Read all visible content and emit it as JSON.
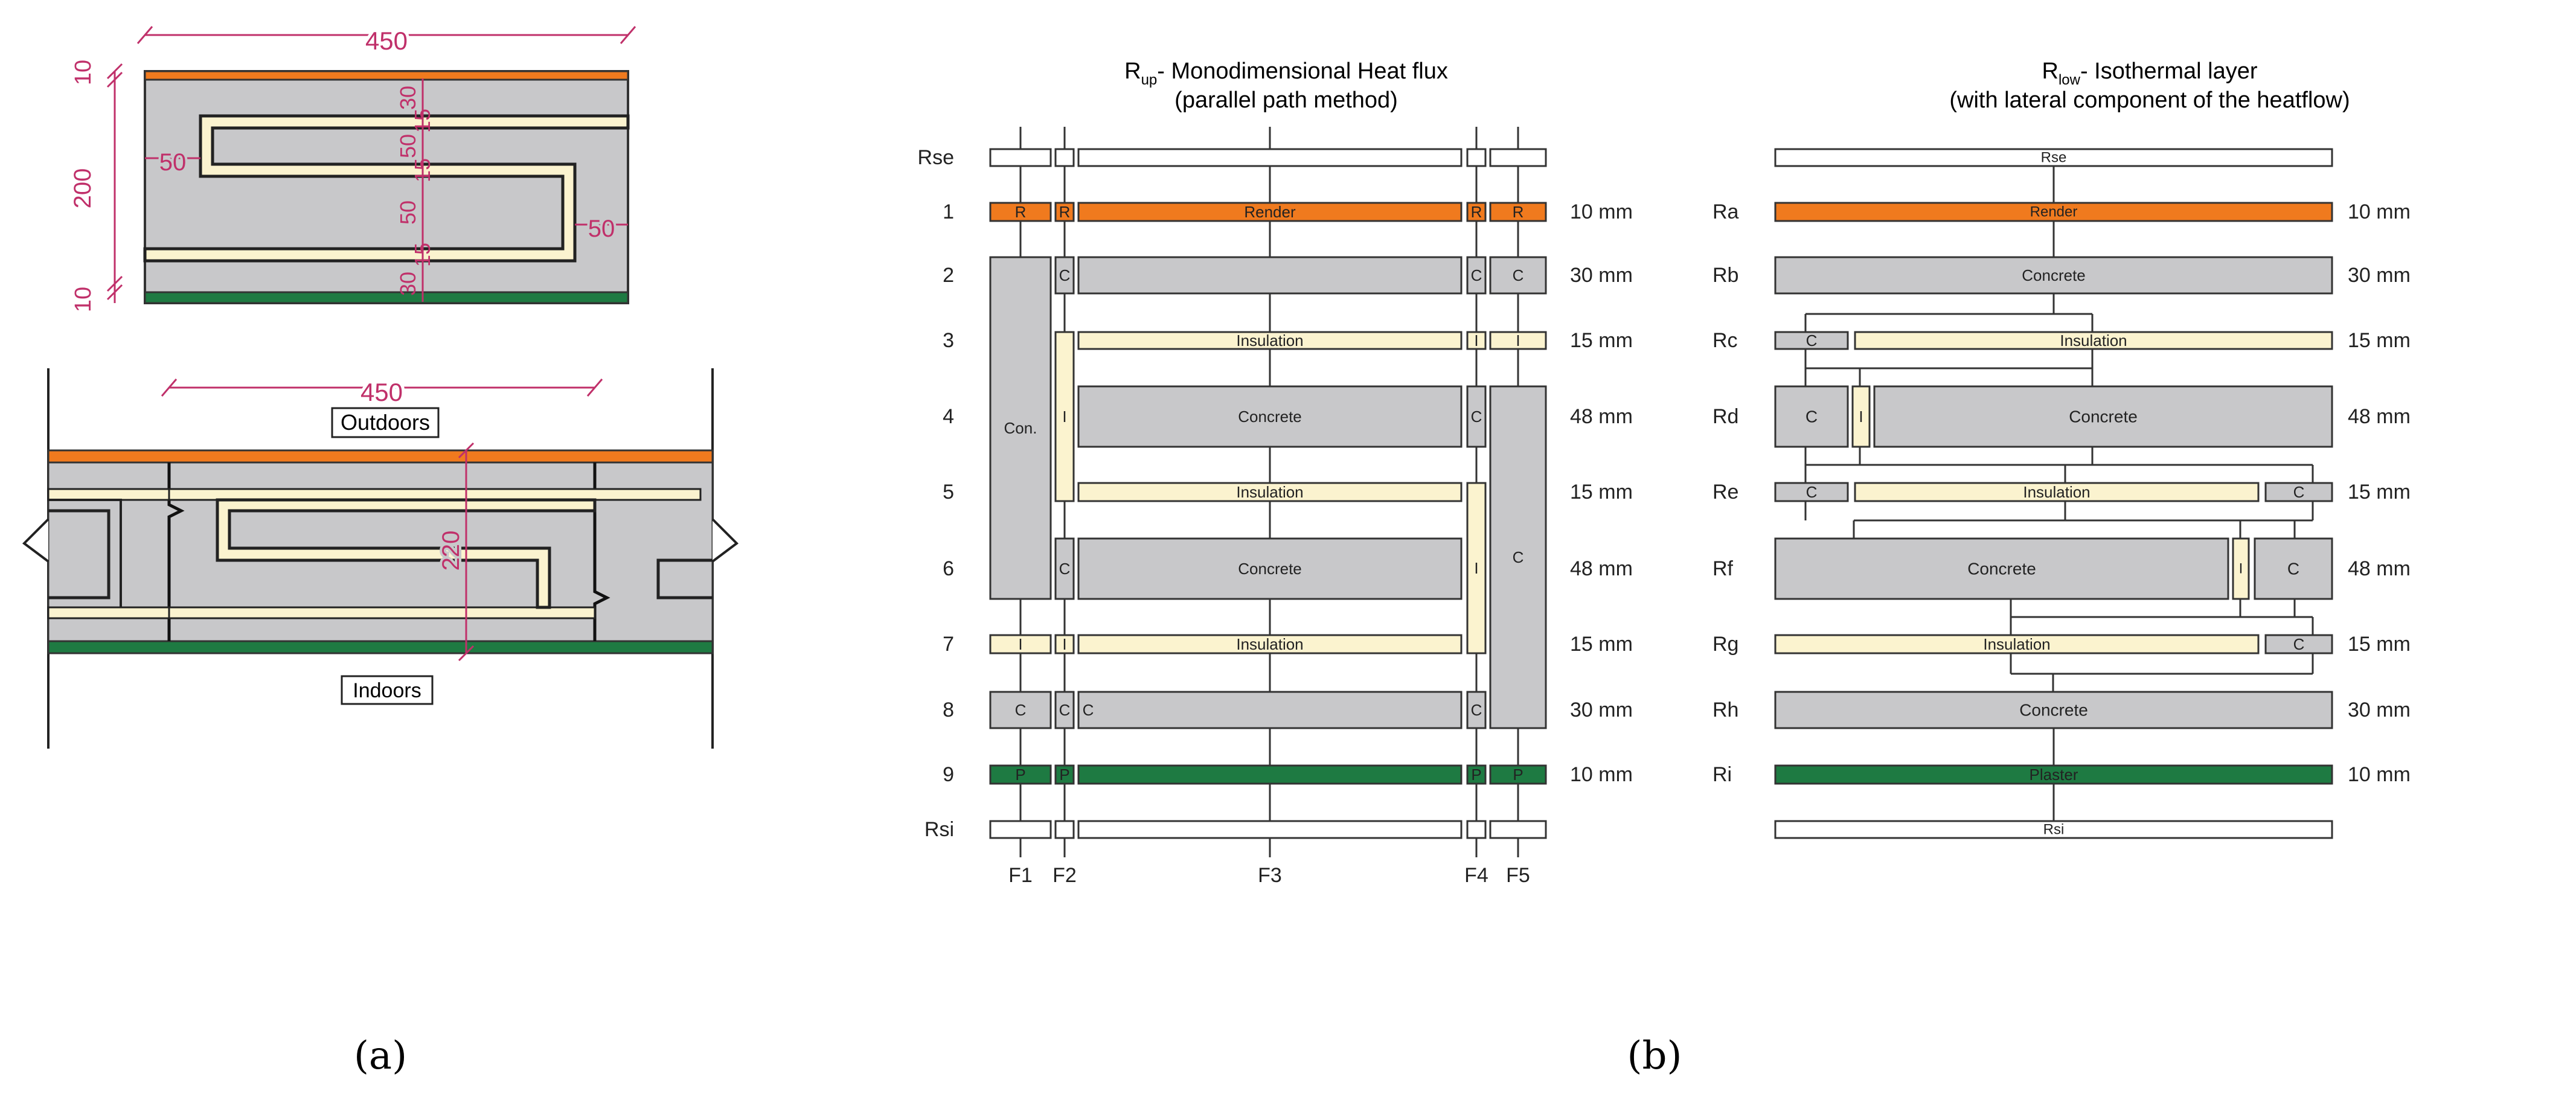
{
  "colors": {
    "render": "#f07a1e",
    "plaster": "#1e7a42",
    "concrete": "#c8c8ca",
    "insulation": "#fbf3cf",
    "dimension": "#c0306a"
  },
  "panel_a": {
    "caption": "(a)",
    "top": {
      "width_dim": "450",
      "height_dim": "200",
      "render_dim": "10",
      "plaster_dim": "10",
      "left_gap": "50",
      "right_gap": "50",
      "layer_dims": [
        "30",
        "15",
        "50",
        "15",
        "50",
        "15",
        "30"
      ]
    },
    "bottom": {
      "width_dim": "450",
      "height_dim": "220",
      "outdoors": "Outdoors",
      "indoors": "Indoors"
    }
  },
  "panel_b": {
    "caption": "(b)",
    "left": {
      "title_main": "R",
      "title_sub": "up",
      "title_rest": "- Monodimensional Heat flux",
      "title_line2": "(parallel path method)",
      "row_labels": [
        "Rse",
        "1",
        "2",
        "3",
        "4",
        "5",
        "6",
        "7",
        "8",
        "9",
        "Rsi"
      ],
      "thickness": [
        "10 mm",
        "30 mm",
        "15 mm",
        "48 mm",
        "15 mm",
        "48 mm",
        "15 mm",
        "30 mm",
        "10 mm"
      ],
      "column_labels": [
        "F1",
        "F2",
        "F3",
        "F4",
        "F5"
      ],
      "box_labels": {
        "render_short": "R",
        "render": "Render",
        "concrete_short": "C",
        "concrete": "Concrete",
        "concrete_abbr": "Con.",
        "insulation_short": "I",
        "insulation": "Insulation",
        "plaster_short": "P"
      }
    },
    "right": {
      "title_main": "R",
      "title_sub": "low",
      "title_rest": "- Isothermal layer",
      "title_line2": "(with lateral component of the heatflow)",
      "row_labels": [
        "Ra",
        "Rb",
        "Rc",
        "Rd",
        "Re",
        "Rf",
        "Rg",
        "Rh",
        "Ri"
      ],
      "thickness": [
        "10 mm",
        "30 mm",
        "15 mm",
        "48 mm",
        "15 mm",
        "48 mm",
        "15 mm",
        "30 mm",
        "10 mm"
      ],
      "box_labels": {
        "rse": "Rse",
        "rsi": "Rsi",
        "render": "Render",
        "concrete": "Concrete",
        "insulation": "Insulation",
        "plaster": "Plaster",
        "concrete_short": "C",
        "insulation_short": "I"
      }
    }
  }
}
